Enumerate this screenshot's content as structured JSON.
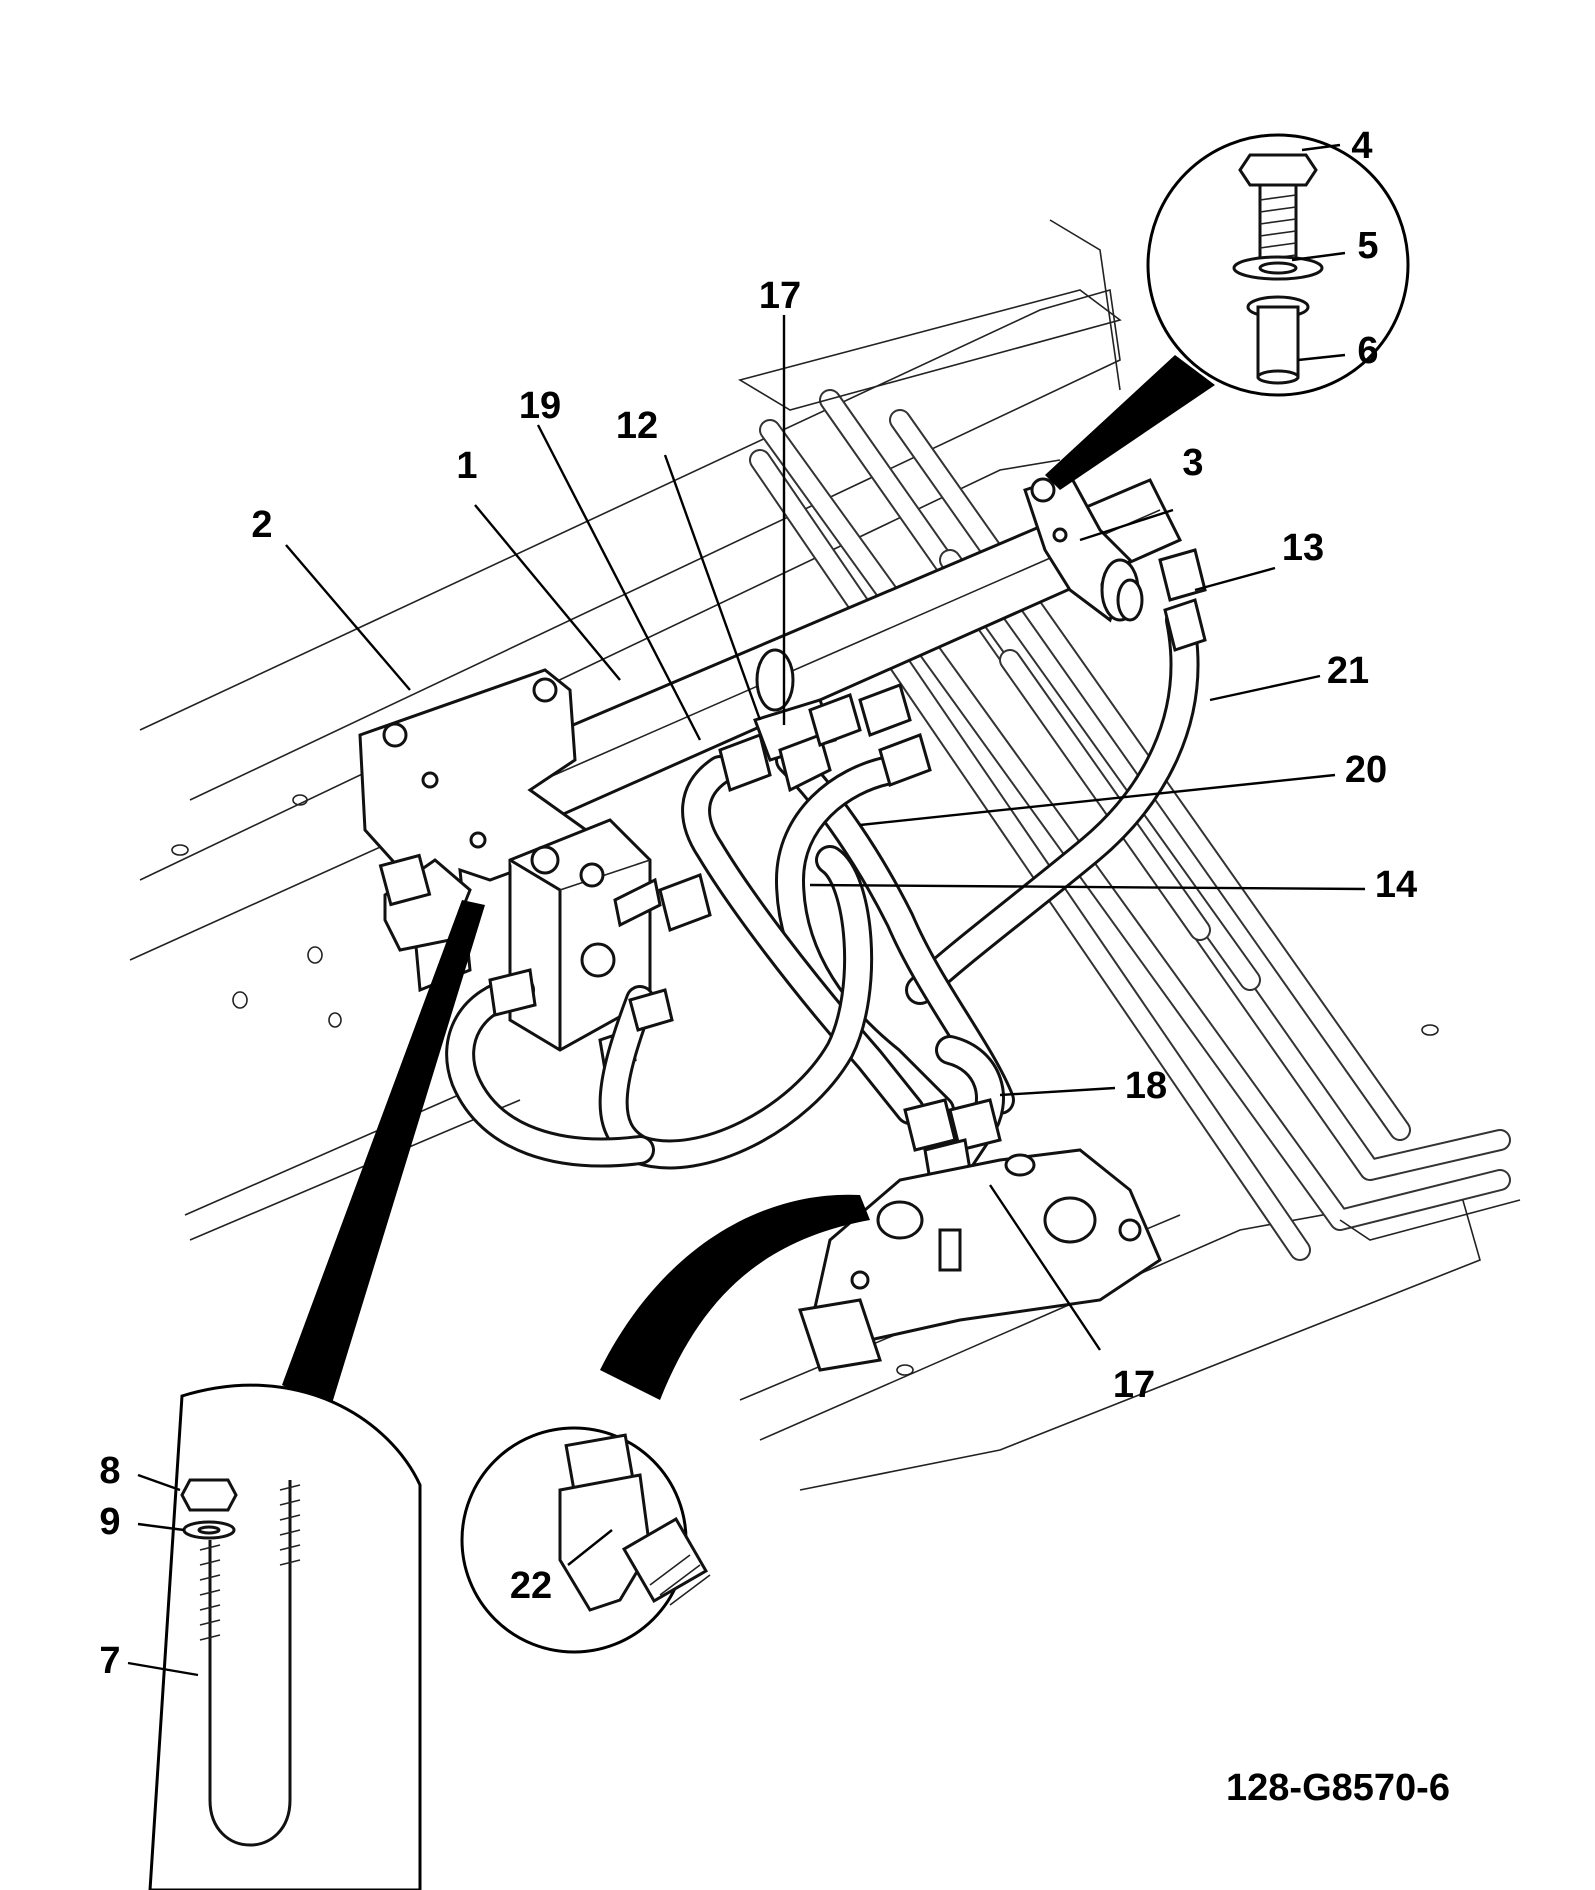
{
  "figure_id": "128-G8570-6",
  "callouts": {
    "c1": "1",
    "c2": "2",
    "c3": "3",
    "c4": "4",
    "c5": "5",
    "c6": "6",
    "c7": "7",
    "c8": "8",
    "c9": "9",
    "c12": "12",
    "c13": "13",
    "c14": "14",
    "c17a": "17",
    "c17b": "17",
    "c18": "18",
    "c19": "19",
    "c20": "20",
    "c21": "21",
    "c22": "22"
  }
}
